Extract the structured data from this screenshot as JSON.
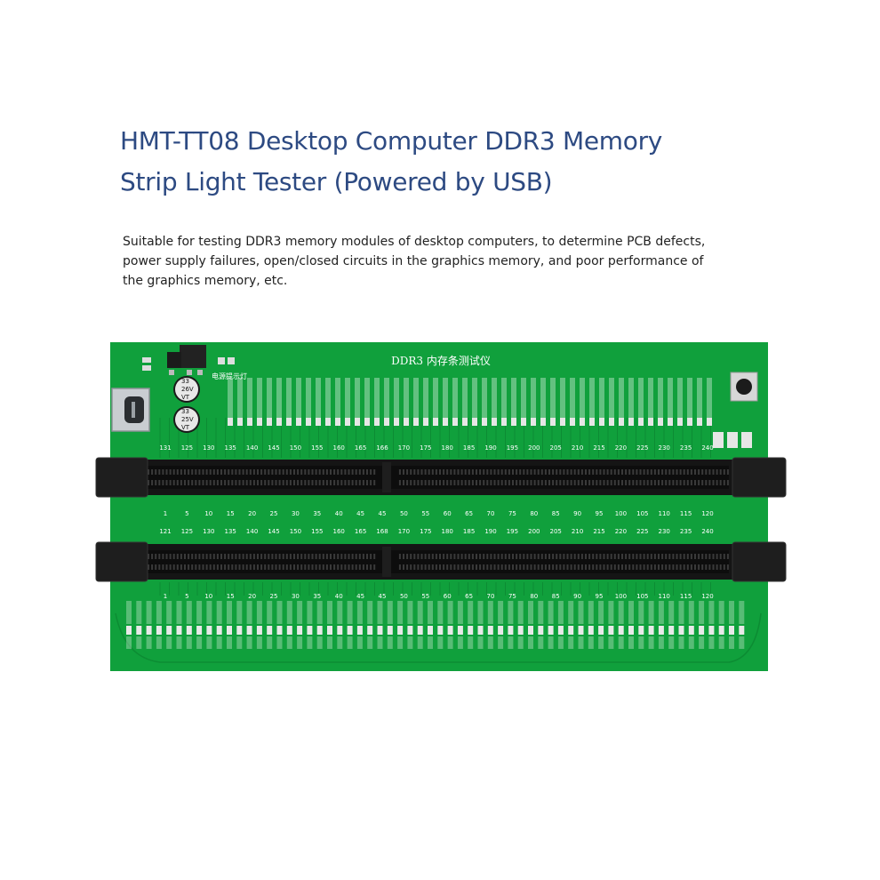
{
  "heading": {
    "line1": "HMT-TT08 Desktop Computer DDR3 Memory",
    "line2": "Strip Light Tester (Powered by USB)"
  },
  "description": {
    "line1": "Suitable for testing DDR3 memory modules of desktop computers, to determine PCB defects,",
    "line2": "power supply failures, open/closed circuits in the graphics memory, and poor performance of",
    "line3": "the graphics memory, etc."
  },
  "board": {
    "label": "DDR3  内存条测试仪",
    "power_led_label": "电源提示灯",
    "capacitor_1": [
      "33",
      "26V",
      "VT"
    ],
    "capacitor_2": [
      "33",
      "25V",
      "VT"
    ],
    "top_pin_numbers": [
      "131",
      "125",
      "130",
      "135",
      "140",
      "145",
      "150",
      "155",
      "160",
      "165",
      "166",
      "170",
      "175",
      "180",
      "185",
      "190",
      "195",
      "200",
      "205",
      "210",
      "215",
      "220",
      "225",
      "230",
      "235",
      "240"
    ],
    "mid_pin_numbers": [
      "1",
      "5",
      "10",
      "15",
      "20",
      "25",
      "30",
      "35",
      "40",
      "45",
      "45",
      "50",
      "55",
      "60",
      "65",
      "70",
      "75",
      "80",
      "85",
      "90",
      "95",
      "100",
      "105",
      "110",
      "115",
      "120"
    ],
    "lower_pin_numbers": [
      "121",
      "125",
      "130",
      "135",
      "140",
      "145",
      "150",
      "155",
      "160",
      "165",
      "168",
      "170",
      "175",
      "180",
      "185",
      "190",
      "195",
      "200",
      "205",
      "210",
      "215",
      "220",
      "225",
      "230",
      "235",
      "240"
    ],
    "bottom_pin_numbers": [
      "1",
      "5",
      "10",
      "15",
      "20",
      "25",
      "30",
      "35",
      "40",
      "45",
      "45",
      "50",
      "55",
      "60",
      "65",
      "70",
      "75",
      "80",
      "85",
      "90",
      "95",
      "100",
      "105",
      "110",
      "115",
      "120"
    ],
    "colors": {
      "pcb": "#10a03c",
      "slot": "#1a1a1a",
      "trace": "#0c8c33",
      "silkscreen": "#ffffff"
    }
  }
}
